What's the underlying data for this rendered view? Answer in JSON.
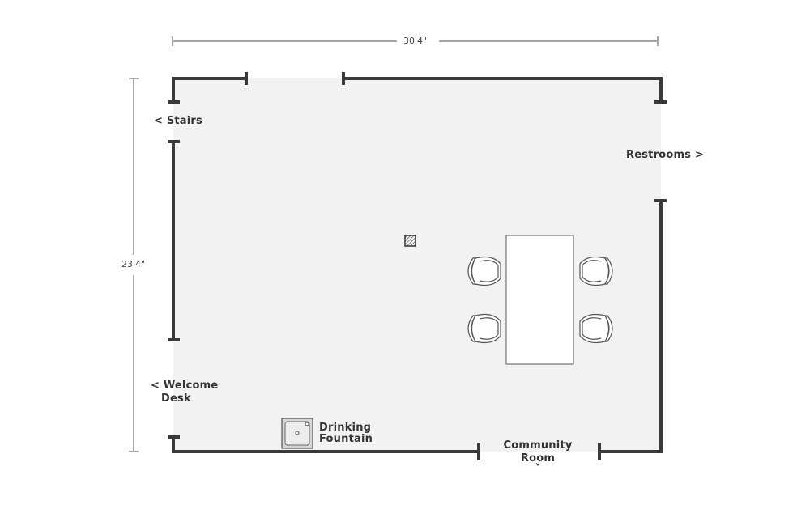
{
  "dimensions": {
    "width_label": "30'4\"",
    "height_label": "23'4\""
  },
  "labels": {
    "stairs": "< Stairs",
    "restrooms": "Restrooms >",
    "welcome_desk_line1": "< Welcome",
    "welcome_desk_line2": "Desk",
    "fountain_line1": "Drinking",
    "fountain_line2": "Fountain",
    "community_line1": "Community",
    "community_line2": "Room",
    "community_arrow": "˅"
  },
  "colors": {
    "room_fill": "#f2f2f2",
    "wall": "#3a3a3a",
    "dimension_line": "#a6a6a6",
    "furniture_stroke": "#555555"
  },
  "icons": [
    "drinking-fountain-icon",
    "column-icon",
    "chair-icon",
    "table-icon"
  ]
}
